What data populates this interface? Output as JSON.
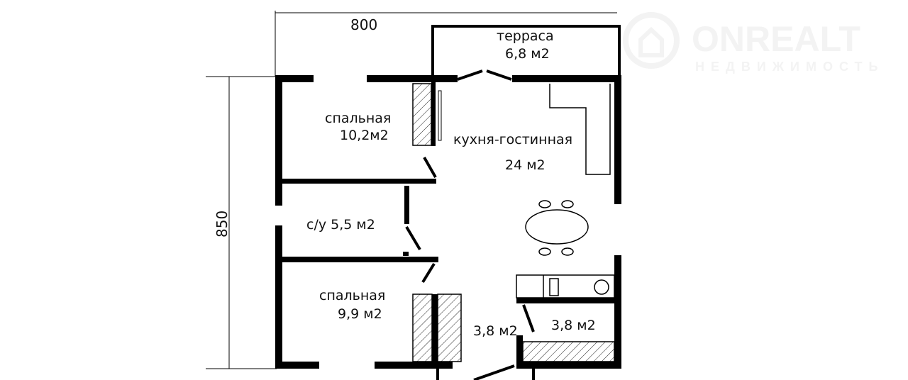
{
  "dimensions": {
    "width": "800",
    "height": "850"
  },
  "rooms": {
    "terrace": {
      "name": "терраса",
      "area": "6,8 м2"
    },
    "bedroom1": {
      "name": "спальная",
      "area": "10,2м2"
    },
    "kitchen_living": {
      "name": "кухня-гостинная",
      "area": "24 м2"
    },
    "bathroom": {
      "name": "с/у 5,5 м2"
    },
    "bedroom2": {
      "name": "спальная",
      "area": "9,9 м2"
    },
    "storage1": {
      "area": "3,8 м2"
    },
    "storage2": {
      "area": "3,8 м2"
    }
  },
  "watermark": {
    "brand": "ONREALT",
    "subtitle": "НЕДВИЖИМОСТЬ"
  },
  "colors": {
    "wall": "#000000",
    "background": "#ffffff"
  }
}
